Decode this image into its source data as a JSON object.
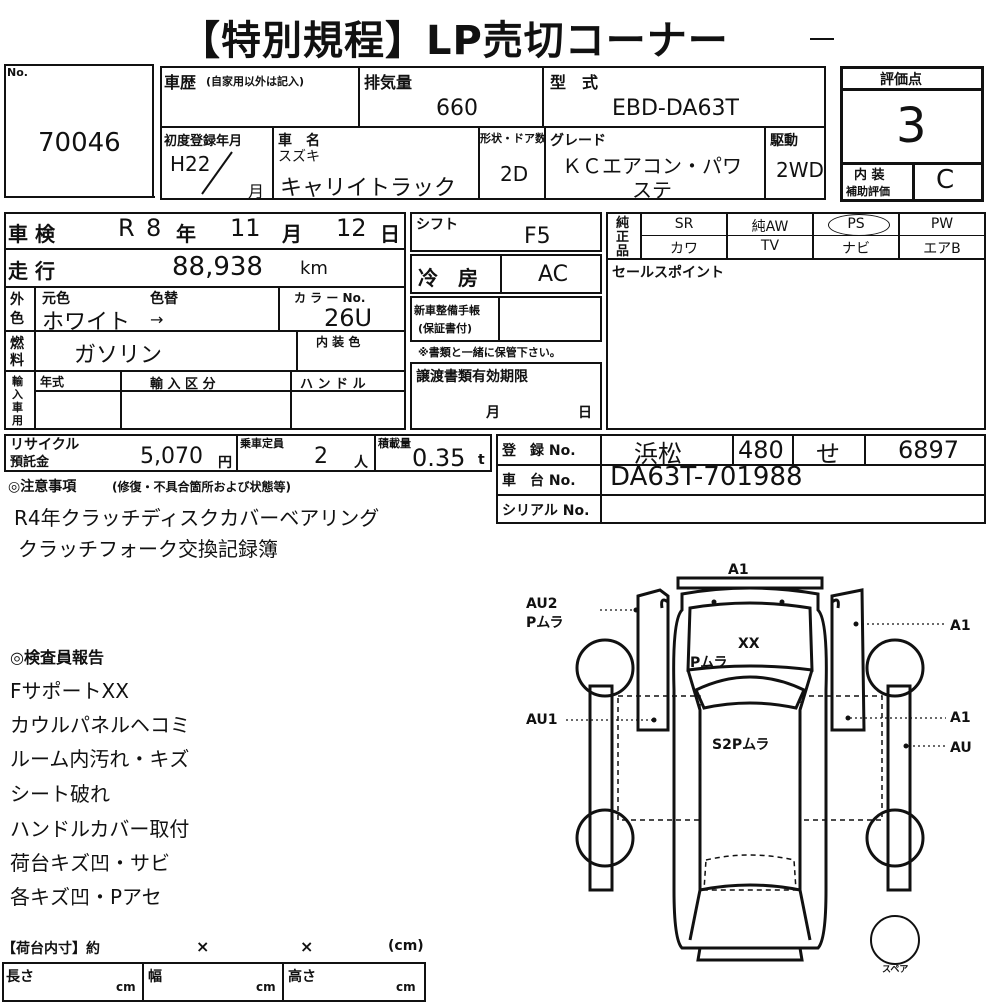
{
  "title": "【特別規程】LP売切コーナー",
  "lot": {
    "label": "No.",
    "number": "70046"
  },
  "history": {
    "label": "車歴",
    "note": "(自家用以外は記入)"
  },
  "displacement": {
    "label": "排気量",
    "value": "660"
  },
  "model": {
    "label": "型　式",
    "value": "EBD-DA63T"
  },
  "score": {
    "label": "評価点",
    "value": "3",
    "interior_label_1": "内 装",
    "interior_label_2": "補助評価",
    "interior_value": "C"
  },
  "first_reg": {
    "label": "初度登録年月",
    "era": "H22",
    "month_unit": "月"
  },
  "car_name": {
    "label": "車　名",
    "maker": "スズキ",
    "name": "キャリイトラック"
  },
  "doors": {
    "label": "形状・ドア数",
    "value": "2D"
  },
  "grade": {
    "label": "グレード",
    "line1": "ＫＣエアコン・パワ",
    "line2": "ステ"
  },
  "drive": {
    "label": "駆動",
    "value": "2WD"
  },
  "inspection": {
    "label": "車 検",
    "era": "R",
    "year": "8",
    "year_unit": "年",
    "month": "11",
    "month_unit": "月",
    "day": "12",
    "day_unit": "日"
  },
  "mileage": {
    "label": "走 行",
    "value": "88,938",
    "unit": "km"
  },
  "exterior": {
    "label_1": "外",
    "label_2": "色",
    "orig_label": "元色",
    "change_label": "色替",
    "value": "ホワイト",
    "arrow": "→"
  },
  "color_no": {
    "label": "カ ラ ー No.",
    "value": "26U"
  },
  "fuel": {
    "label_1": "燃",
    "label_2": "料",
    "value": "ガソリン"
  },
  "interior_color": {
    "label": "内 装 色"
  },
  "import": {
    "label_1": "輸",
    "label_2": "入",
    "label_3": "車",
    "label_4": "用",
    "year_label": "年式",
    "type_label": "輸 入 区 分",
    "handle_label": "ハ ン ド ル"
  },
  "shift": {
    "label": "シフト",
    "value": "F5"
  },
  "ac": {
    "label": "冷　房",
    "value": "AC"
  },
  "service": {
    "label_1": "新車整備手帳",
    "label_2": "(保証書付)",
    "note": "※書類と一緒に保管下さい。"
  },
  "transfer": {
    "label": "譲渡書類有効期限",
    "month_unit": "月",
    "day_unit": "日"
  },
  "equipment": {
    "label_1": "純",
    "label_2": "正",
    "label_3": "品",
    "row1": [
      "SR",
      "純AW",
      "PS",
      "PW"
    ],
    "row2": [
      "カワ",
      "TV",
      "ナビ",
      "エアB"
    ]
  },
  "sales_point": {
    "label": "セールスポイント"
  },
  "recycle": {
    "label_1": "リサイクル",
    "label_2": "預託金",
    "value": "5,070",
    "unit": "円"
  },
  "capacity": {
    "label": "乗車定員",
    "value": "2",
    "unit": "人"
  },
  "load": {
    "label": "積載量",
    "value": "0.35",
    "unit": "t"
  },
  "registration": {
    "label": "登　録 No.",
    "area": "浜松",
    "class": "480",
    "kana": "せ",
    "number": "6897"
  },
  "chassis": {
    "label": "車　台 No.",
    "value": "DA63T-701988"
  },
  "serial": {
    "label": "シリアル No."
  },
  "notes": {
    "label": "◎注意事項",
    "sub": "(修復・不具合箇所および状態等)",
    "lines": [
      "R4年クラッチディスクカバーベアリング",
      "クラッチフォーク交換記録簿"
    ]
  },
  "inspector": {
    "label": "◎検査員報告",
    "lines": [
      "FサポートXX",
      "カウルパネルヘコミ",
      "ルーム内汚れ・キズ",
      "シート破れ",
      "ハンドルカバー取付",
      "荷台キズ凹・サビ",
      "各キズ凹・Pアセ"
    ]
  },
  "cargo": {
    "label": "【荷台内寸】約",
    "x1": "×",
    "x2": "×",
    "unit": "(cm)",
    "length_label": "長さ",
    "width_label": "幅",
    "height_label": "高さ",
    "cm": "cm"
  },
  "diagram": {
    "top": "A1",
    "left_top_1": "AU2",
    "left_top_2": "Pムラ",
    "roof_1": "XX",
    "roof_2": "Pムラ",
    "right_top": "A1",
    "left_mid": "AU1",
    "center": "S2Pムラ",
    "right_mid": "A1",
    "right_low": "AU",
    "spare": "スペア"
  }
}
